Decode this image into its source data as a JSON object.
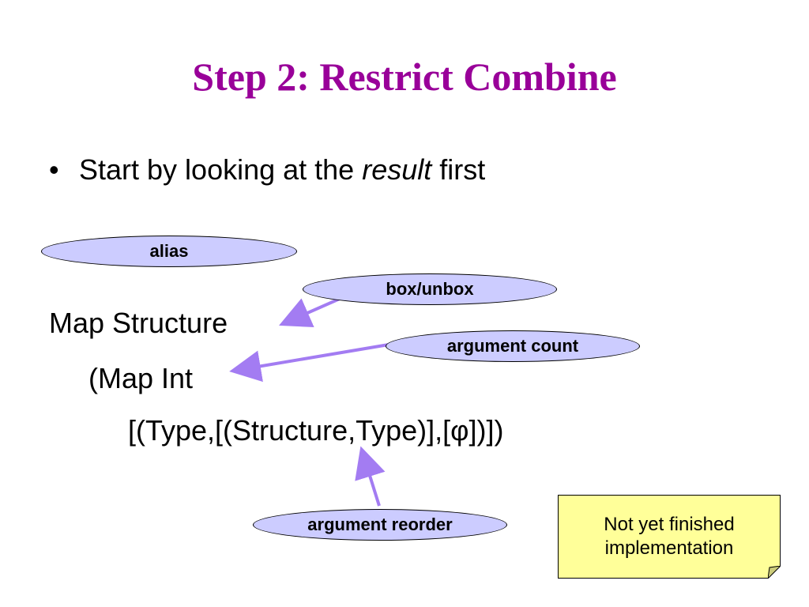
{
  "slide": {
    "title": "Step 2: Restrict Combine",
    "bullet": {
      "marker": "•",
      "prefix": "Start by looking at the ",
      "emphasis": "result",
      "suffix": " first"
    },
    "code_lines": [
      "Map Structure",
      "(Map Int",
      "[(Type,[(Structure,Type)],[φ])])"
    ],
    "labels": {
      "alias": "alias",
      "box_unbox": "box/unbox",
      "argument_count": "argument count",
      "argument_reorder": "argument reorder"
    },
    "note": {
      "line1": "Not yet finished",
      "line2": "implementation"
    }
  },
  "colors": {
    "title": "#990099",
    "oval_fill": "#ccccff",
    "arrow": "#a37cf2",
    "note_fill": "#ffff99",
    "note_fold": "#cccc7a"
  }
}
